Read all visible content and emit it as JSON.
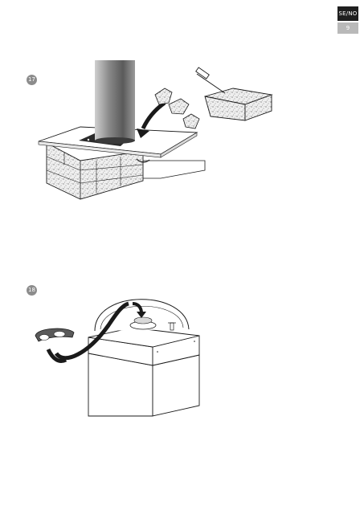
{
  "header": {
    "language_code": "SE/NO",
    "page_number": "9"
  },
  "steps": [
    {
      "number": "17",
      "illustration": "stones-placed-around-heater-column"
    },
    {
      "number": "18",
      "illustration": "heater-shroud-handling"
    }
  ],
  "colors": {
    "tab_dark": "#1f1f1f",
    "tab_light": "#b9b9b9",
    "badge": "#8c8c8c",
    "line": "#1a1a1a"
  }
}
